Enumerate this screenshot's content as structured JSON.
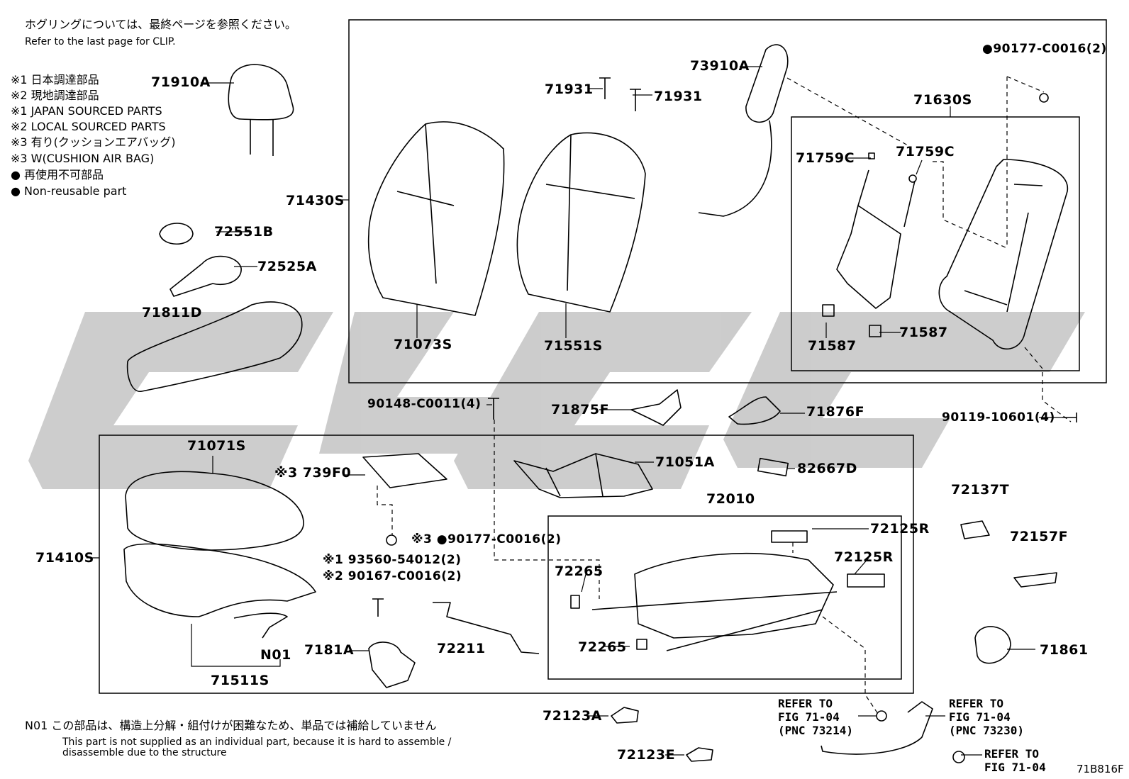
{
  "header": {
    "clip_note_jp": "ホグリングについては、最終ページを参照ください。",
    "clip_note_en": "Refer to the last page for CLIP."
  },
  "legend": [
    "※1 日本調達部品",
    "※2 現地調達部品",
    "※1 JAPAN SOURCED PARTS",
    "※2 LOCAL SOURCED PARTS",
    "※3 有り(クッションエアバッグ)",
    "※3 W(CUSHION AIR BAG)",
    "● 再使用不可部品",
    "● Non-reusable part"
  ],
  "parts": {
    "p71910A": "71910A",
    "p72551B": "72551B",
    "p72525A": "72525A",
    "p71811D": "71811D",
    "p71430S": "71430S",
    "p71931a": "71931",
    "p71931b": "71931",
    "p73910A": "73910A",
    "p90177top": "●90177-C0016(2)",
    "p71630S": "71630S",
    "p71759Ca": "71759C",
    "p71759Cb": "71759C",
    "p71073S": "71073S",
    "p71551S": "71551S",
    "p71587a": "71587",
    "p71587b": "71587",
    "p90148": "90148-C0011(4)",
    "p71875F": "71875F",
    "p71876F": "71876F",
    "p90119": "90119-10601(4)",
    "p71071S": "71071S",
    "p739F0": "※3 739F0",
    "p71051A": "71051A",
    "p82667D": "82667D",
    "p72010": "72010",
    "p72137T": "72137T",
    "p72125Ra": "72125R",
    "p72125Rb": "72125R",
    "p90177mid": "※3 ●90177-C0016(2)",
    "p71410S": "71410S",
    "p93560": "※1 93560-54012(2)",
    "p90167": "※2 90167-C0016(2)",
    "p72265a": "72265",
    "p72157F": "72157F",
    "pN01": "N01",
    "p7181A": "7181A",
    "p72211": "72211",
    "p72265b": "72265",
    "p71861": "71861",
    "p71511S": "71511S",
    "p72123A": "72123A",
    "p72123E": "72123E"
  },
  "refs": {
    "ref1": "REFER TO\nFIG 71-04\n(PNC 73214)",
    "ref2": "REFER TO\nFIG 71-04\n(PNC 73230)",
    "ref3": "REFER TO\nFIG 71-04"
  },
  "footer": {
    "n01_jp": "N01 この部品は、構造上分解・組付けが困難なため、単品では補給していません",
    "n01_en_1": "This part is not supplied as an individual part, because it is hard to assemble /",
    "n01_en_2": "disassemble due to the structure",
    "code": "71B816F"
  }
}
